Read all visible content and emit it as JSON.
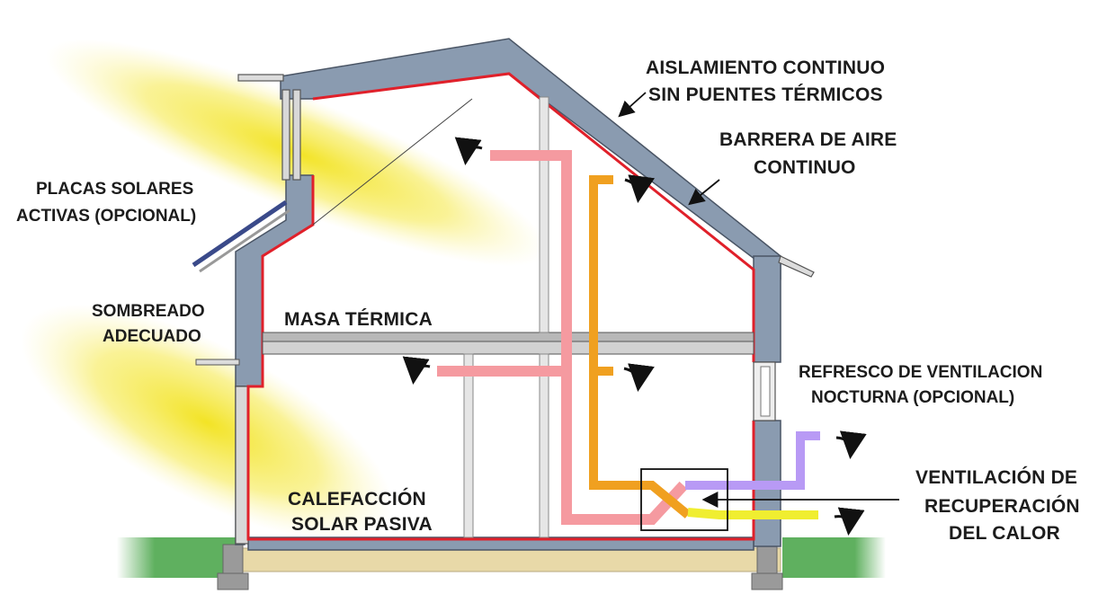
{
  "labels": {
    "insulation_line1": "AISLAMIENTO CONTINUO",
    "insulation_line2": "SIN PUENTES TÉRMICOS",
    "air_barrier_line1": "BARRERA DE AIRE",
    "air_barrier_line2": "CONTINUO",
    "solar_panels_line1": "PLACAS SOLARES",
    "solar_panels_line2": "ACTIVAS (OPCIONAL)",
    "shading_line1": "SOMBREADO",
    "shading_line2": "ADECUADO",
    "thermal_mass": "MASA TÉRMICA",
    "night_vent_line1": "REFRESCO DE VENTILACION",
    "night_vent_line2": "NOCTURNA (OPCIONAL)",
    "heat_recovery_line1": "VENTILACIÓN DE",
    "heat_recovery_line2": "RECUPERACIÓN",
    "heat_recovery_line3": "DEL CALOR",
    "passive_solar_line1": "CALEFACCIÓN",
    "passive_solar_line2": "SOLAR PASIVA"
  },
  "colors": {
    "insulation": "#8a9bb0",
    "air_barrier": "#e0202a",
    "sun": "#f2e21a",
    "extract_duct": "#f59aa0",
    "supply_duct": "#f0a020",
    "outdoor_supply_duct": "#f0ee30",
    "exhaust_duct": "#b89af5",
    "ground": "#5fb05f"
  }
}
